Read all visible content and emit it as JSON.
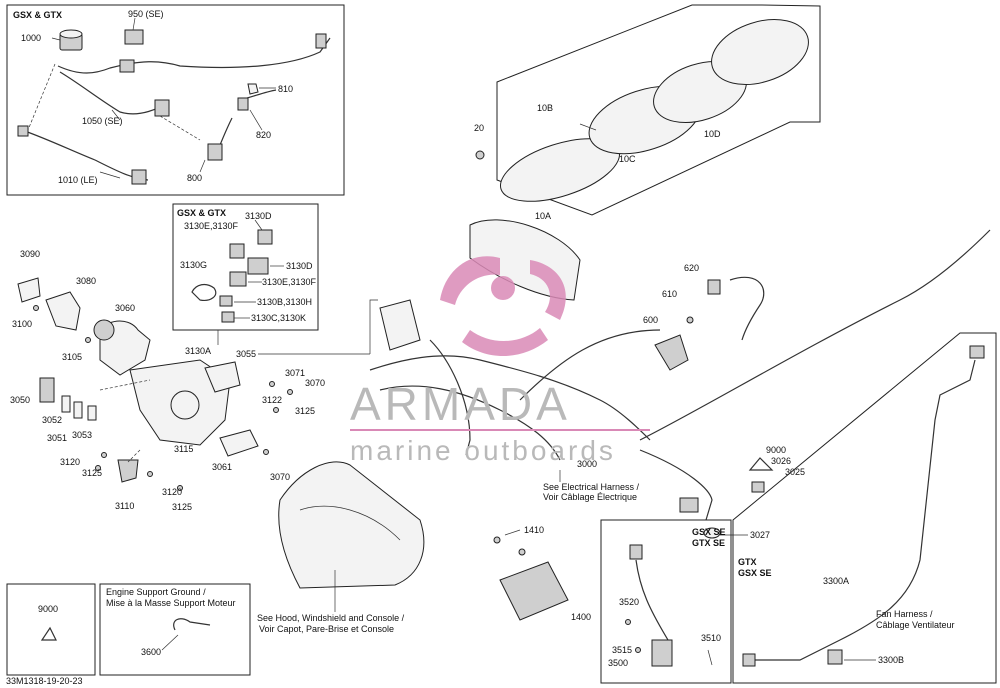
{
  "labels": {
    "box_top_title": "GSX & GTX",
    "p1000": "1000",
    "p950": "950 (SE)",
    "p810": "810",
    "p820": "820",
    "p1050": "1050 (SE)",
    "p800": "800",
    "p1010": "1010 (LE)",
    "box_conn_title": "GSX & GTX",
    "p3130D_top": "3130D",
    "p3130E_F_top": "3130E,3130F",
    "p3130G": "3130G",
    "p3130D_right": "3130D",
    "p3130E_F_right": "3130E,3130F",
    "p3130B_H": "3130B,3130H",
    "p3130C_K": "3130C,3130K",
    "p3130A": "3130A",
    "p3055": "3055",
    "p3090": "3090",
    "p3080": "3080",
    "p3100": "3100",
    "p3060": "3060",
    "p3105": "3105",
    "p3050": "3050",
    "p3052": "3052",
    "p3051": "3051",
    "p3053": "3053",
    "p3120_a": "3120",
    "p3125_a": "3125",
    "p3110": "3110",
    "p3115": "3115",
    "p3120_b": "3120",
    "p3125_b": "3125",
    "p3061": "3061",
    "p3071": "3071",
    "p3070_a": "3070",
    "p3122": "3122",
    "p3125_c": "3125",
    "p3070_b": "3070",
    "p20": "20",
    "p10B": "10B",
    "p10D": "10D",
    "p10C": "10C",
    "p10A": "10A",
    "p620": "620",
    "p610": "610",
    "p600": "600",
    "p3000": "3000",
    "see_elec_1": "See Electrical Harness /",
    "see_elec_2": "Voir Câblage Électrique",
    "p9000_a": "9000",
    "p3026": "3026",
    "p3025": "3025",
    "p3027": "3027",
    "p1410": "1410",
    "p1400": "1400",
    "see_hood_1": "See Hood, Windshield and Console /",
    "see_hood_2": "Voir Capot, Pare-Brise et Console",
    "box_se_t1": "GSX SE",
    "box_se_t2": "GTX SE",
    "p3520": "3520",
    "p3515": "3515",
    "p3510": "3510",
    "p3500": "3500",
    "box_fan_t1": "GTX",
    "box_fan_t2": "GSX SE",
    "p3300A": "3300A",
    "fan_h_1": "Fan Harness /",
    "fan_h_2": "Câblage Ventilateur",
    "p3300B": "3300B",
    "p9000_b": "9000",
    "engine_g1": "Engine Support Ground /",
    "engine_g2": "Mise à la Masse Support Moteur",
    "p3600": "3600",
    "doc_code": "33M1318-19-20-23"
  },
  "watermark": {
    "brand": "ARMADA",
    "tagline": "marine outboards",
    "color": "#d989b6"
  }
}
